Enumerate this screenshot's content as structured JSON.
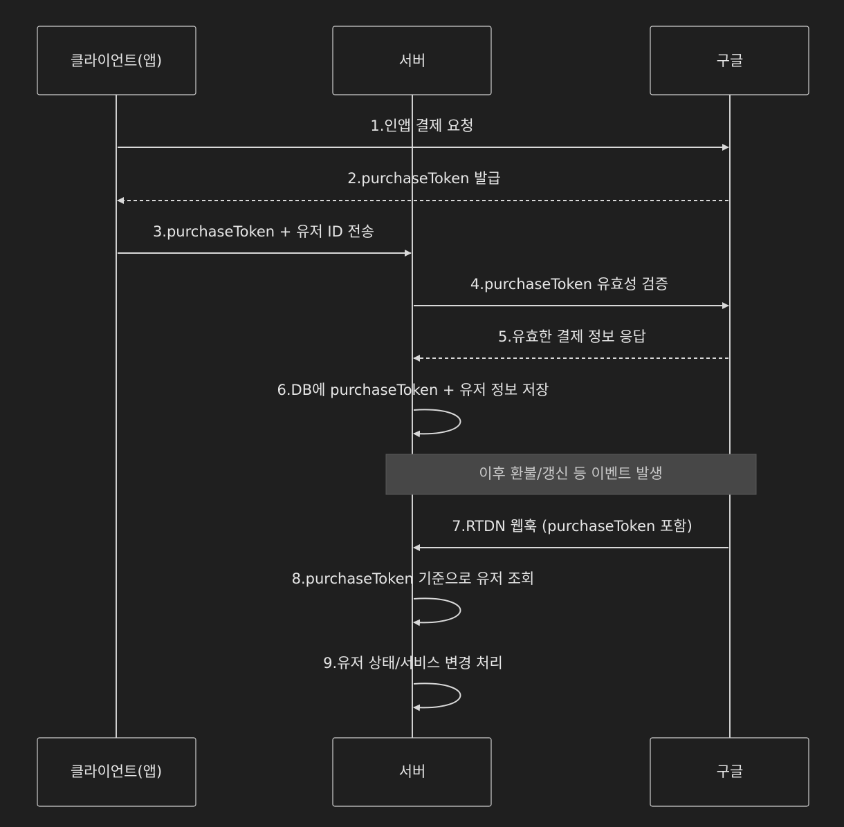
{
  "participants": [
    {
      "id": "client",
      "label": "클라이언트(앱)"
    },
    {
      "id": "server",
      "label": "서버"
    },
    {
      "id": "google",
      "label": "구글"
    }
  ],
  "messages": [
    {
      "num": 1,
      "from": "client",
      "to": "google",
      "style": "solid",
      "text": "1.인앱 결제 요청"
    },
    {
      "num": 2,
      "from": "google",
      "to": "client",
      "style": "dashed",
      "text": "2.purchaseToken 발급"
    },
    {
      "num": 3,
      "from": "client",
      "to": "server",
      "style": "solid",
      "text": "3.purchaseToken + 유저 ID 전송"
    },
    {
      "num": 4,
      "from": "server",
      "to": "google",
      "style": "solid",
      "text": "4.purchaseToken 유효성 검증"
    },
    {
      "num": 5,
      "from": "google",
      "to": "server",
      "style": "dashed",
      "text": "5.유효한 결제 정보 응답"
    },
    {
      "num": 6,
      "from": "server",
      "to": "server",
      "style": "solid",
      "text": "6.DB에 purchaseToken + 유저 정보 저장"
    },
    {
      "num": 7,
      "from": "google",
      "to": "server",
      "style": "solid",
      "text": "7.RTDN 웹훅 (purchaseToken 포함)"
    },
    {
      "num": 8,
      "from": "server",
      "to": "server",
      "style": "solid",
      "text": "8.purchaseToken 기준으로 유저 조회"
    },
    {
      "num": 9,
      "from": "server",
      "to": "server",
      "style": "solid",
      "text": "9.유저 상태/서비스 변경 처리"
    }
  ],
  "note": {
    "over": [
      "server",
      "google"
    ],
    "text": "이후 환불/갱신 등 이벤트 발생"
  },
  "colors": {
    "background": "#1f1f1f",
    "line": "#d9d9d9",
    "text": "#e6e6e6",
    "note_fill": "#474747"
  }
}
